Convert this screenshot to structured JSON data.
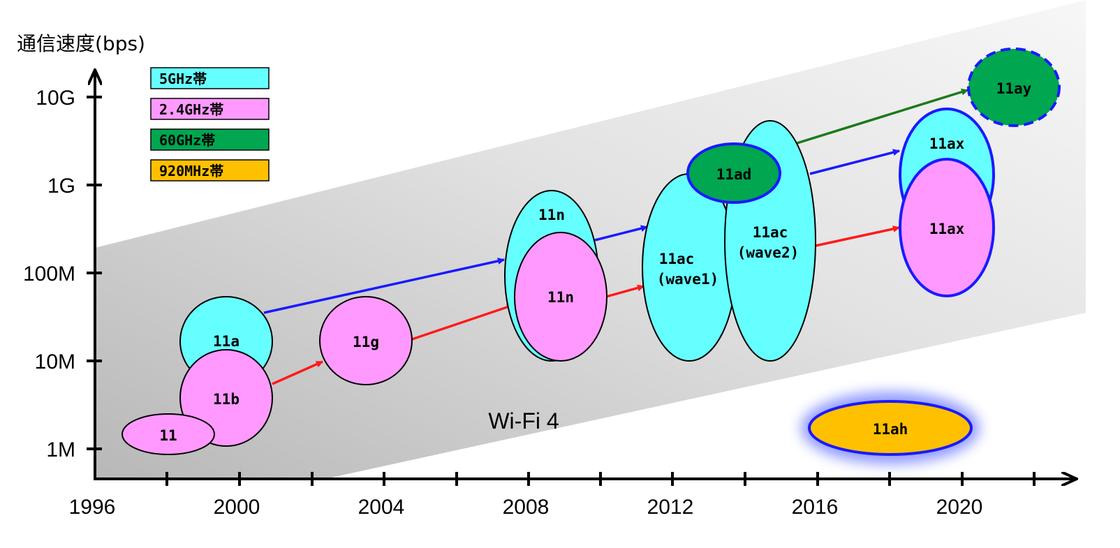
{
  "chart": {
    "y_title": "通信速度(bps)",
    "y_ticks": [
      "10G",
      "1G",
      "100M",
      "10M",
      "1M"
    ],
    "x_ticks": [
      "1996",
      "2000",
      "2004",
      "2008",
      "2012",
      "2016",
      "2020"
    ],
    "band_label": "Wi-Fi 4"
  },
  "legend": [
    {
      "label": "5GHz帯",
      "color": "#66ffff"
    },
    {
      "label": "2.4GHz帯",
      "color": "#ff99ff"
    },
    {
      "label": "60GHz帯",
      "color": "#00a650"
    },
    {
      "label": "920MHz帯",
      "color": "#ffc000"
    }
  ],
  "standards": {
    "s11": "11",
    "s11a": "11a",
    "s11b": "11b",
    "s11g": "11g",
    "s11n_5": "11n",
    "s11n_24": "11n",
    "s11ac_w1_a": "11ac",
    "s11ac_w1_b": "(wave1)",
    "s11ac_w2_a": "11ac",
    "s11ac_w2_b": "(wave2)",
    "s11ad": "11ad",
    "s11ax_5": "11ax",
    "s11ax_24": "11ax",
    "s11ay": "11ay",
    "s11ah": "11ah"
  },
  "colors": {
    "ghz5": "#66ffff",
    "ghz24": "#ff99ff",
    "ghz60": "#00a650",
    "mhz920": "#ffc000",
    "arrow_5ghz": "#1a1aff",
    "arrow_24ghz": "#ff1a1a",
    "arrow_60ghz": "#1a7a1a"
  }
}
